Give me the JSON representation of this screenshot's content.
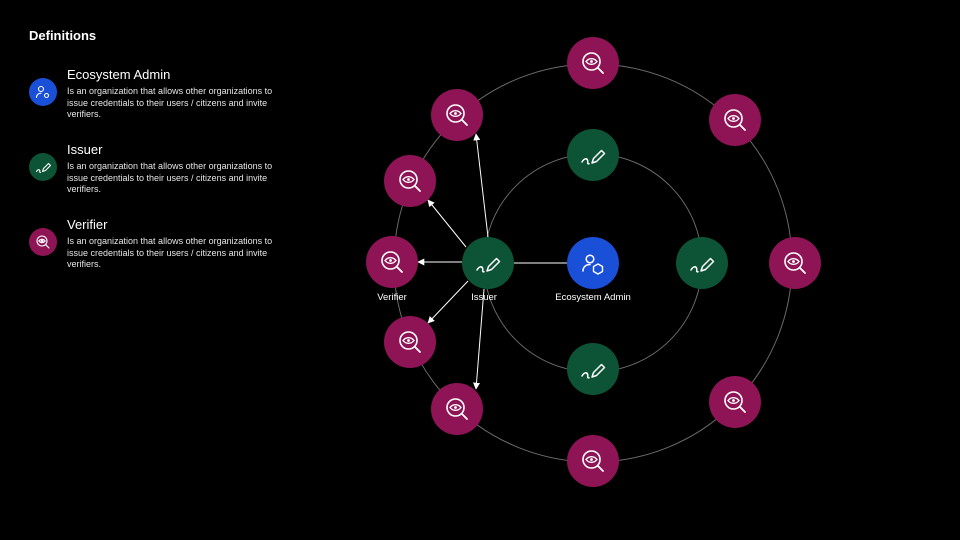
{
  "definitions": {
    "title": "Definitions",
    "items": [
      {
        "name": "Ecosystem Admin",
        "description": "Is an organization that allows other organizations to issue credentials to their users / citizens and invite verifiers.",
        "color": "#1a4fd8",
        "icon": "user-gear-icon"
      },
      {
        "name": "Issuer",
        "description": "Is an organization that allows other organizations to issue credentials to their users / citizens and invite verifiers.",
        "color": "#0d5436",
        "icon": "pen-icon"
      },
      {
        "name": "Verifier",
        "description": "Is an organization that allows other organizations to issue credentials to their users / citizens and invite verifiers.",
        "color": "#8e1456",
        "icon": "eye-search-icon"
      }
    ]
  },
  "diagram": {
    "labels": {
      "verifier": "Verifier",
      "issuer": "Issuer",
      "admin": "Ecosystem Admin"
    },
    "colors": {
      "admin": "#1a4fd8",
      "issuer": "#0d5436",
      "verifier": "#8e1456",
      "ring": "#6b6b6b",
      "arrow": "#ffffff"
    }
  }
}
